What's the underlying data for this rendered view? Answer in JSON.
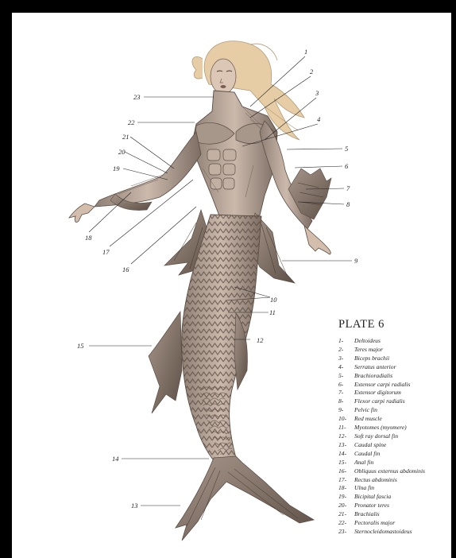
{
  "plate_title": "PLATE 6",
  "legend": [
    {
      "num": "1-",
      "name": "Deltoideus"
    },
    {
      "num": "2-",
      "name": "Teres major"
    },
    {
      "num": "3-",
      "name": "Biceps brachii"
    },
    {
      "num": "4-",
      "name": "Serratus anterior"
    },
    {
      "num": "5-",
      "name": "Brachioradialis"
    },
    {
      "num": "6-",
      "name": "Extensor carpi radialis"
    },
    {
      "num": "7-",
      "name": "Extensor digitorum"
    },
    {
      "num": "8-",
      "name": "Flexor carpi radialis"
    },
    {
      "num": "9-",
      "name": "Pelvic fin"
    },
    {
      "num": "10-",
      "name": "Red muscle"
    },
    {
      "num": "11-",
      "name": "Myotomes (myomere)"
    },
    {
      "num": "12-",
      "name": "Soft ray dorsal fin"
    },
    {
      "num": "13-",
      "name": "Caudal spine"
    },
    {
      "num": "14-",
      "name": "Caudal fin"
    },
    {
      "num": "15-",
      "name": "Anal fin"
    },
    {
      "num": "16-",
      "name": "Obliquus externus abdominis"
    },
    {
      "num": "17-",
      "name": "Rectus abdominis"
    },
    {
      "num": "18-",
      "name": "Ulna fin"
    },
    {
      "num": "19-",
      "name": "Bicipital fascia"
    },
    {
      "num": "20-",
      "name": "Pronator teres"
    },
    {
      "num": "21-",
      "name": "Brachialis"
    },
    {
      "num": "22-",
      "name": "Pectoralis major"
    },
    {
      "num": "23-",
      "name": "Sternocleidomastoideus"
    }
  ],
  "callouts": [
    "1",
    "2",
    "3",
    "4",
    "5",
    "6",
    "7",
    "8",
    "9",
    "10",
    "11",
    "12",
    "13",
    "14",
    "15",
    "16",
    "17",
    "18",
    "19",
    "20",
    "21",
    "22",
    "23"
  ],
  "colors": {
    "ink": "#222222",
    "skin": "#d8c4b4",
    "muscle": "#b3a397",
    "shadow": "#6f6056",
    "hair": "#e6cda6"
  }
}
